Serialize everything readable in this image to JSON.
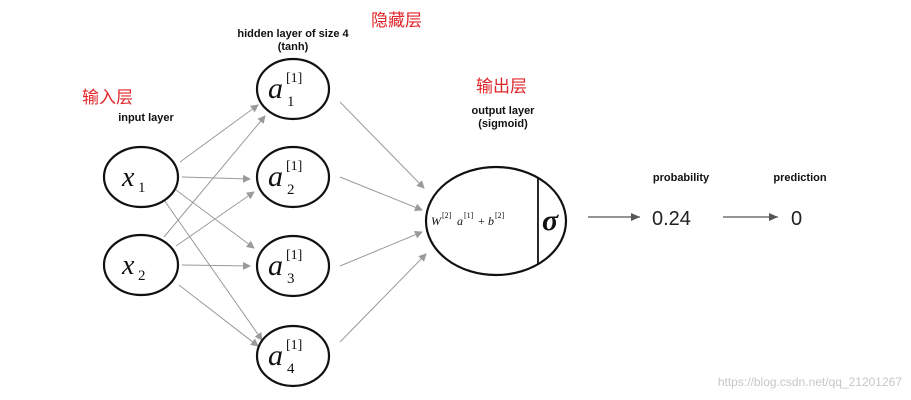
{
  "labels": {
    "hidden_title_line1": "hidden layer of size 4",
    "hidden_title_line2": "(tanh)",
    "hidden_cn": "隐藏层",
    "input_cn": "输入层",
    "input_title": "input layer",
    "output_cn": "输出层",
    "output_title_line1": "output layer",
    "output_title_line2": "(sigmoid)",
    "probability_title": "probability",
    "prediction_title": "prediction",
    "probability_value": "0.24",
    "prediction_value": "0",
    "watermark": "https://blog.csdn.net/qq_21201267"
  },
  "nodes": {
    "input": [
      {
        "var": "x",
        "sub": "1"
      },
      {
        "var": "x",
        "sub": "2"
      }
    ],
    "hidden": [
      {
        "var": "a",
        "sup": "[1]",
        "sub": "1"
      },
      {
        "var": "a",
        "sup": "[1]",
        "sub": "2"
      },
      {
        "var": "a",
        "sup": "[1]",
        "sub": "3"
      },
      {
        "var": "a",
        "sup": "[1]",
        "sub": "4"
      }
    ],
    "output": {
      "W": "W",
      "W_sup": "[2]",
      "a": "a",
      "a_sup": "[1]",
      "plus": "+",
      "b": "b",
      "b_sup": "[2]",
      "sigma": "σ"
    }
  },
  "colors": {
    "edge": "#9a9a9a",
    "node_stroke": "#111111",
    "annotation": "#e0262a"
  }
}
